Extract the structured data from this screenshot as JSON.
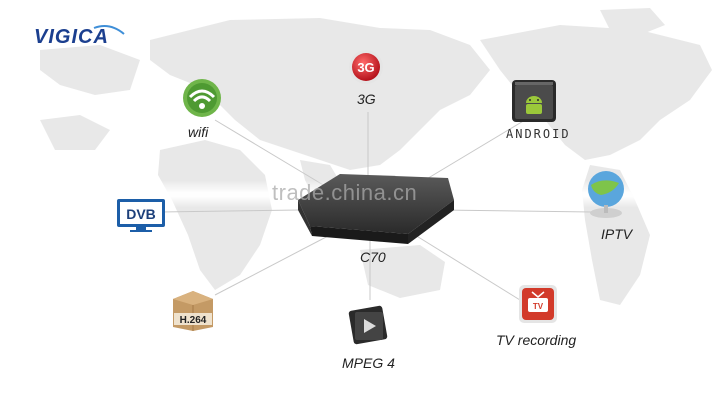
{
  "brand": {
    "logo_text": "VIGICA"
  },
  "device": {
    "name": "C70"
  },
  "features": {
    "g3": "3G",
    "wifi": "wifi",
    "android": "ANDROID",
    "iptv": "IPTV",
    "dvb": "DVB",
    "h264": "H.264",
    "mpeg4": "MPEG 4",
    "tv_recording": "TV recording"
  },
  "watermark": "trade.china.cn",
  "colors": {
    "map": "#e6e6e6",
    "logo": "#1b3f8f",
    "g3_red": "#d9232b",
    "wifi_green": "#5aa83a",
    "dvb_blue": "#1c5ea8",
    "box_brown": "#b88a55",
    "rec_red": "#d23a2a"
  }
}
